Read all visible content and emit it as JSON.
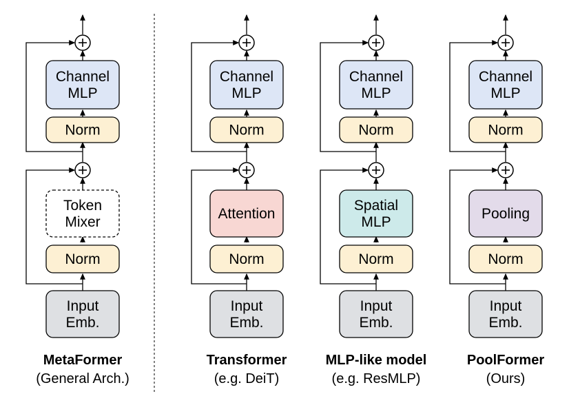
{
  "columns": [
    {
      "id": "metaformer",
      "title": "MetaFormer",
      "subtitle": "(General Arch.)",
      "channel_mlp": [
        "Channel",
        "MLP"
      ],
      "norm_top": "Norm",
      "mixer": [
        "Token",
        "Mixer"
      ],
      "mixer_style": "dashed",
      "mixer_color": "#ffffff",
      "norm_bottom": "Norm",
      "input": [
        "Input",
        "Emb."
      ]
    },
    {
      "id": "transformer",
      "title": "Transformer",
      "subtitle": "(e.g. DeiT)",
      "channel_mlp": [
        "Channel",
        "MLP"
      ],
      "norm_top": "Norm",
      "mixer": [
        "Attention"
      ],
      "mixer_style": "solid",
      "mixer_color": "#f8d7d3",
      "norm_bottom": "Norm",
      "input": [
        "Input",
        "Emb."
      ]
    },
    {
      "id": "mlp-like",
      "title": "MLP-like model",
      "subtitle": "(e.g. ResMLP)",
      "channel_mlp": [
        "Channel",
        "MLP"
      ],
      "norm_top": "Norm",
      "mixer": [
        "Spatial",
        "MLP"
      ],
      "mixer_style": "solid",
      "mixer_color": "#cdeaea",
      "norm_bottom": "Norm",
      "input": [
        "Input",
        "Emb."
      ]
    },
    {
      "id": "poolformer",
      "title": "PoolFormer",
      "subtitle": "(Ours)",
      "channel_mlp": [
        "Channel",
        "MLP"
      ],
      "norm_top": "Norm",
      "mixer": [
        "Pooling"
      ],
      "mixer_style": "solid",
      "mixer_color": "#e3dbea",
      "norm_bottom": "Norm",
      "input": [
        "Input",
        "Emb."
      ]
    }
  ],
  "plus_symbol": "+",
  "colors": {
    "channel_mlp": "#dde6f6",
    "norm": "#fdf0d3",
    "input": "#dee0e3",
    "stroke": "#000000"
  }
}
